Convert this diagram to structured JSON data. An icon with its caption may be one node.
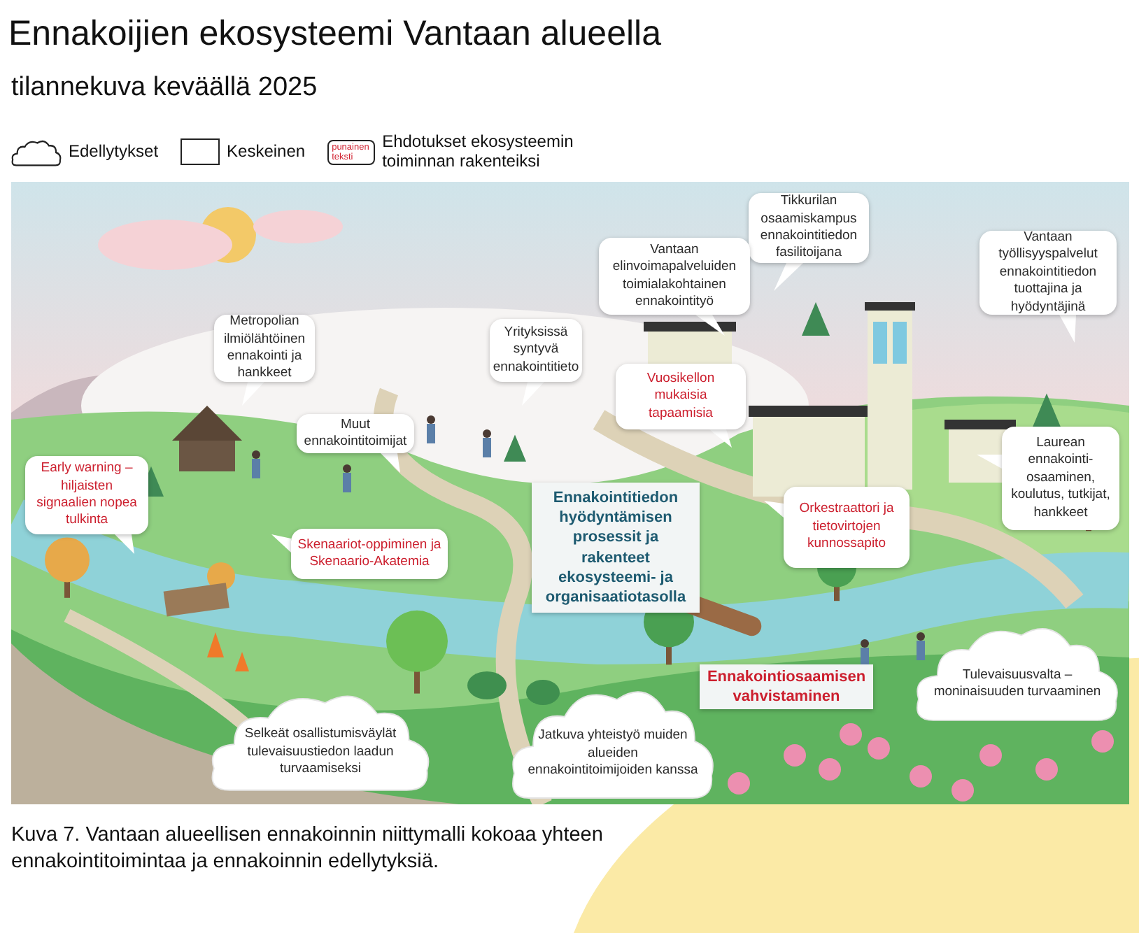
{
  "diagram": {
    "title": "Ennakoijien ekosysteemi Vantaan alueella",
    "caption": "Kuva 7. Vantaan alueellisen ennakoinnin niittymalli kokoaa yhteen ennakointitoimintaa ja ennakoinnin edellytyksiä.",
    "nodes": [
      {
        "text": [
          "Tikkurilan osaamiskampus ennakointitiedon fasilitoijana"
        ]
      },
      {
        "text": [
          "Vantaan elinvoimapalveluiden toimialakohtainen ennakointityö"
        ]
      },
      {
        "text": [
          "Vantaan työllisyyspalvelut ennakointitiedon tuottajina ja hyödyntäjinä"
        ]
      },
      {
        "text": [
          "Metropolian ilmiölähtöinen ennakointi ja hankkeet"
        ]
      },
      {
        "text": [
          "Yrityksissä syntyvä ennakointitieto"
        ]
      },
      {
        "text": [
          "Vuosikellon mukaisia tapaamisia"
        ]
      },
      {
        "text": [
          "Muut ennakointitoimijat"
        ]
      },
      {
        "text": [
          "Laurean ennakointi-osaaminen, koulutus, tutkijat, hankkeet"
        ]
      },
      {
        "text": [
          "Early warning – hiljaisten signaalien nopea tulkinta"
        ]
      },
      {
        "text": [
          "Ennakointitiedon hyödyntämisen prosessit ja rakenteet ekosysteemi- ja organisaatiotasolla"
        ]
      },
      {
        "text": [
          "Skenaariot-oppiminen ja Skenaario-Akatemia"
        ]
      },
      {
        "text": [
          "Orkestraattori ja tietovirtojen kunnossapito"
        ]
      },
      {
        "text": [
          "Ennakointiosaamisen vahvistaminen"
        ]
      },
      {
        "text": [
          "Tulevaisuusvalta – moninaisuuden turvaaminen"
        ]
      },
      {
        "text": [
          "Selkeät osallistumisväylät tulevaisuustiedon laadun turvaamiseksi"
        ]
      },
      {
        "text": [
          "Jatkuva yhteistyö muiden alueiden ennakointitoimijoiden kanssa"
        ]
      }
    ],
    "labels": [
      "tilannekuva keväällä 2025",
      "punainen teksti"
    ],
    "legend": [
      {
        "text": "Edellytykset"
      },
      {
        "text": "Keskeinen"
      },
      {
        "text": "Ehdotukset ekosysteemin toiminnan rakenteiksi"
      }
    ]
  }
}
